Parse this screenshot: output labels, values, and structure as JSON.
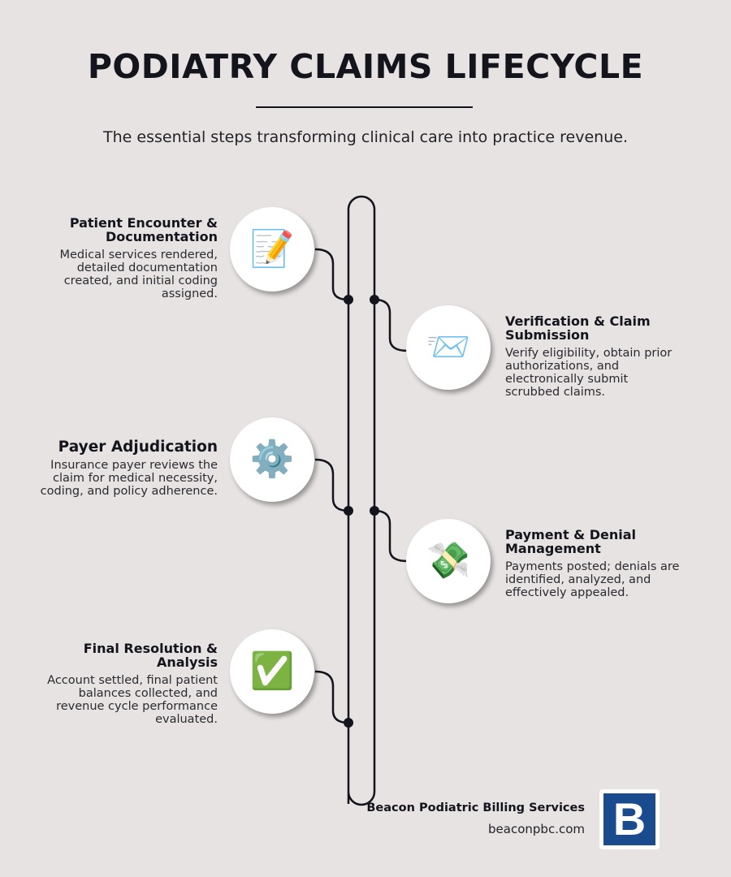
{
  "header": {
    "title": "PODIATRY CLAIMS LIFECYCLE",
    "subtitle": "The essential steps transforming clinical care into practice revenue."
  },
  "steps": [
    {
      "title": "Patient Encounter & Documentation",
      "description": "Medical services rendered, detailed documentation created, and initial coding assigned.",
      "icon": "memo-pencil-icon",
      "glyph": "📝",
      "side": "left"
    },
    {
      "title": "Verification & Claim Submission",
      "description": "Verify eligibility, obtain prior authorizations, and electronically submit scrubbed claims.",
      "icon": "envelope-inbox-icon",
      "glyph": "📨",
      "side": "right"
    },
    {
      "title": "Payer Adjudication",
      "description": "Insurance payer reviews the claim for medical necessity, coding, and policy adherence.",
      "icon": "gear-icon",
      "glyph": "⚙️",
      "side": "left"
    },
    {
      "title": "Payment & Denial Management",
      "description": "Payments posted; denials are identified, analyzed, and effectively appealed.",
      "icon": "money-with-wings-icon",
      "glyph": "💸",
      "side": "right"
    },
    {
      "title": "Final Resolution & Analysis",
      "description": "Account settled, final patient balances collected, and revenue cycle performance evaluated.",
      "icon": "check-mark-icon",
      "glyph": "✅",
      "side": "left"
    }
  ],
  "footer": {
    "company": "Beacon Podiatric Billing Services",
    "url": "beaconpbc.com",
    "logo_letter": "B"
  },
  "colors": {
    "background": "#e7e3e2",
    "ink": "#14141c",
    "logo_blue": "#1b4b8f"
  }
}
